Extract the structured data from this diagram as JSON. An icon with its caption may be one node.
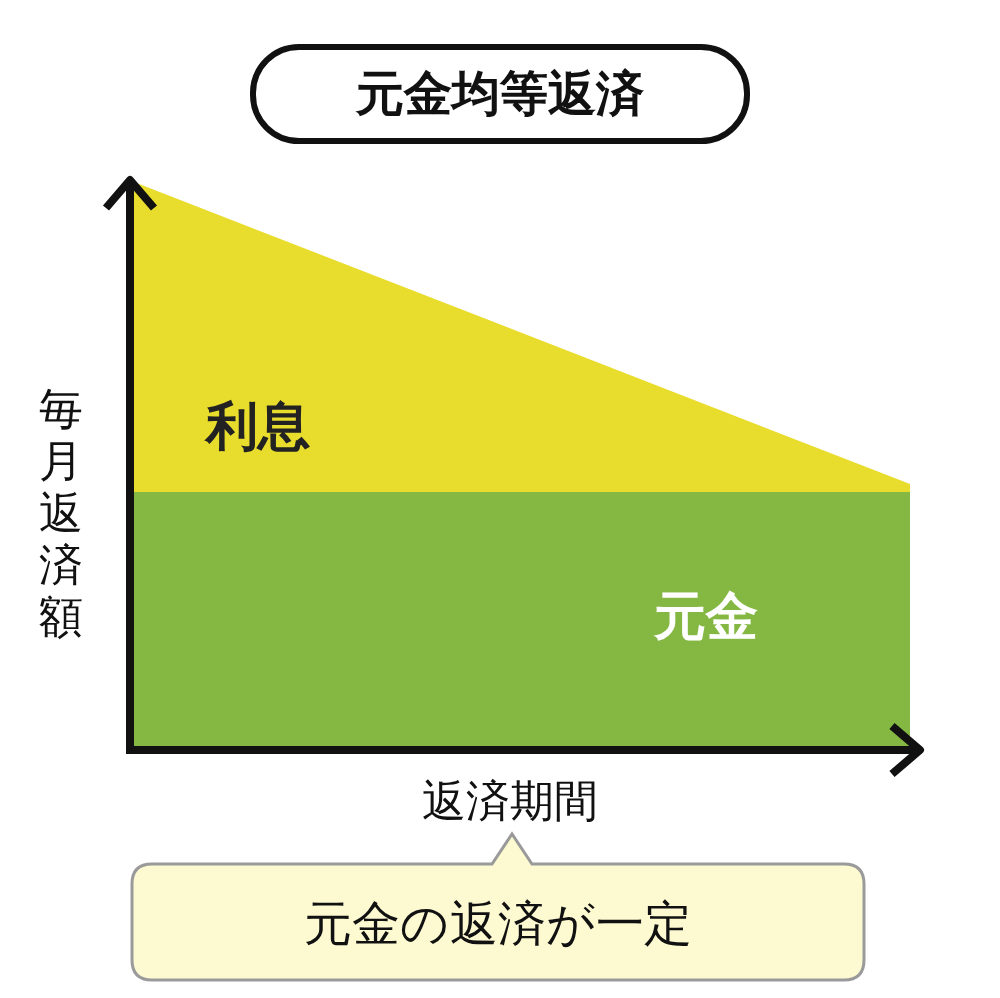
{
  "diagram": {
    "nodes": [
      {
        "text": [
          "元金均等返済"
        ]
      },
      {
        "text": [
          "利息"
        ]
      },
      {
        "text": [
          "元金"
        ]
      },
      {
        "text": [
          "元金の返済が一定"
        ]
      }
    ],
    "labels": [
      "毎月返済額",
      "返済期間"
    ]
  }
}
